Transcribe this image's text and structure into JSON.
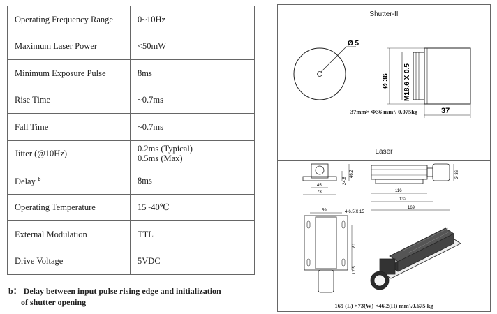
{
  "specs": [
    {
      "param": "Operating Frequency Range",
      "value": "0~10Hz"
    },
    {
      "param": "Maximum Laser Power",
      "value": "<50mW"
    },
    {
      "param": "Minimum Exposure Pulse",
      "value": "8ms"
    },
    {
      "param": "Rise Time",
      "value": "~0.7ms"
    },
    {
      "param": "Fall Time",
      "value": "~0.7ms"
    },
    {
      "param": "Jitter (@10Hz)",
      "value": "0.2ms (Typical)",
      "value2": "0.5ms (Max)"
    },
    {
      "param": "Delay",
      "sup": "b",
      "value": "8ms"
    },
    {
      "param": "Operating Temperature",
      "value": "15~40℃"
    },
    {
      "param": "External Modulation",
      "value": "TTL"
    },
    {
      "param": "Drive Voltage",
      "value": "5VDC"
    }
  ],
  "footnote": {
    "line1": "b： Delay between input pulse rising edge and initialization",
    "line2": "of shutter opening"
  },
  "shutter": {
    "title": "Shutter-II",
    "dim_dia_small": "Ø 5",
    "dim_dia_large": "Ø 36",
    "dim_thread": "M18.6 X 0.5",
    "dim_length": "37",
    "caption": "37mm× Φ36 mm³, 0.075kg"
  },
  "laser": {
    "title": "Laser",
    "dim_45": "45",
    "dim_73": "73",
    "dim_24_8": "24.8",
    "dim_46_2": "46.2",
    "dim_116": "116",
    "dim_132": "132",
    "dim_169": "169",
    "dim_dia36": "Ø 36",
    "dim_59": "59",
    "dim_holes": "4-6.5 X 15",
    "dim_81": "81",
    "dim_17_5": "17.5",
    "caption": "169 (L) ×73(W) ×46.2(H) mm³,0.675 kg"
  }
}
